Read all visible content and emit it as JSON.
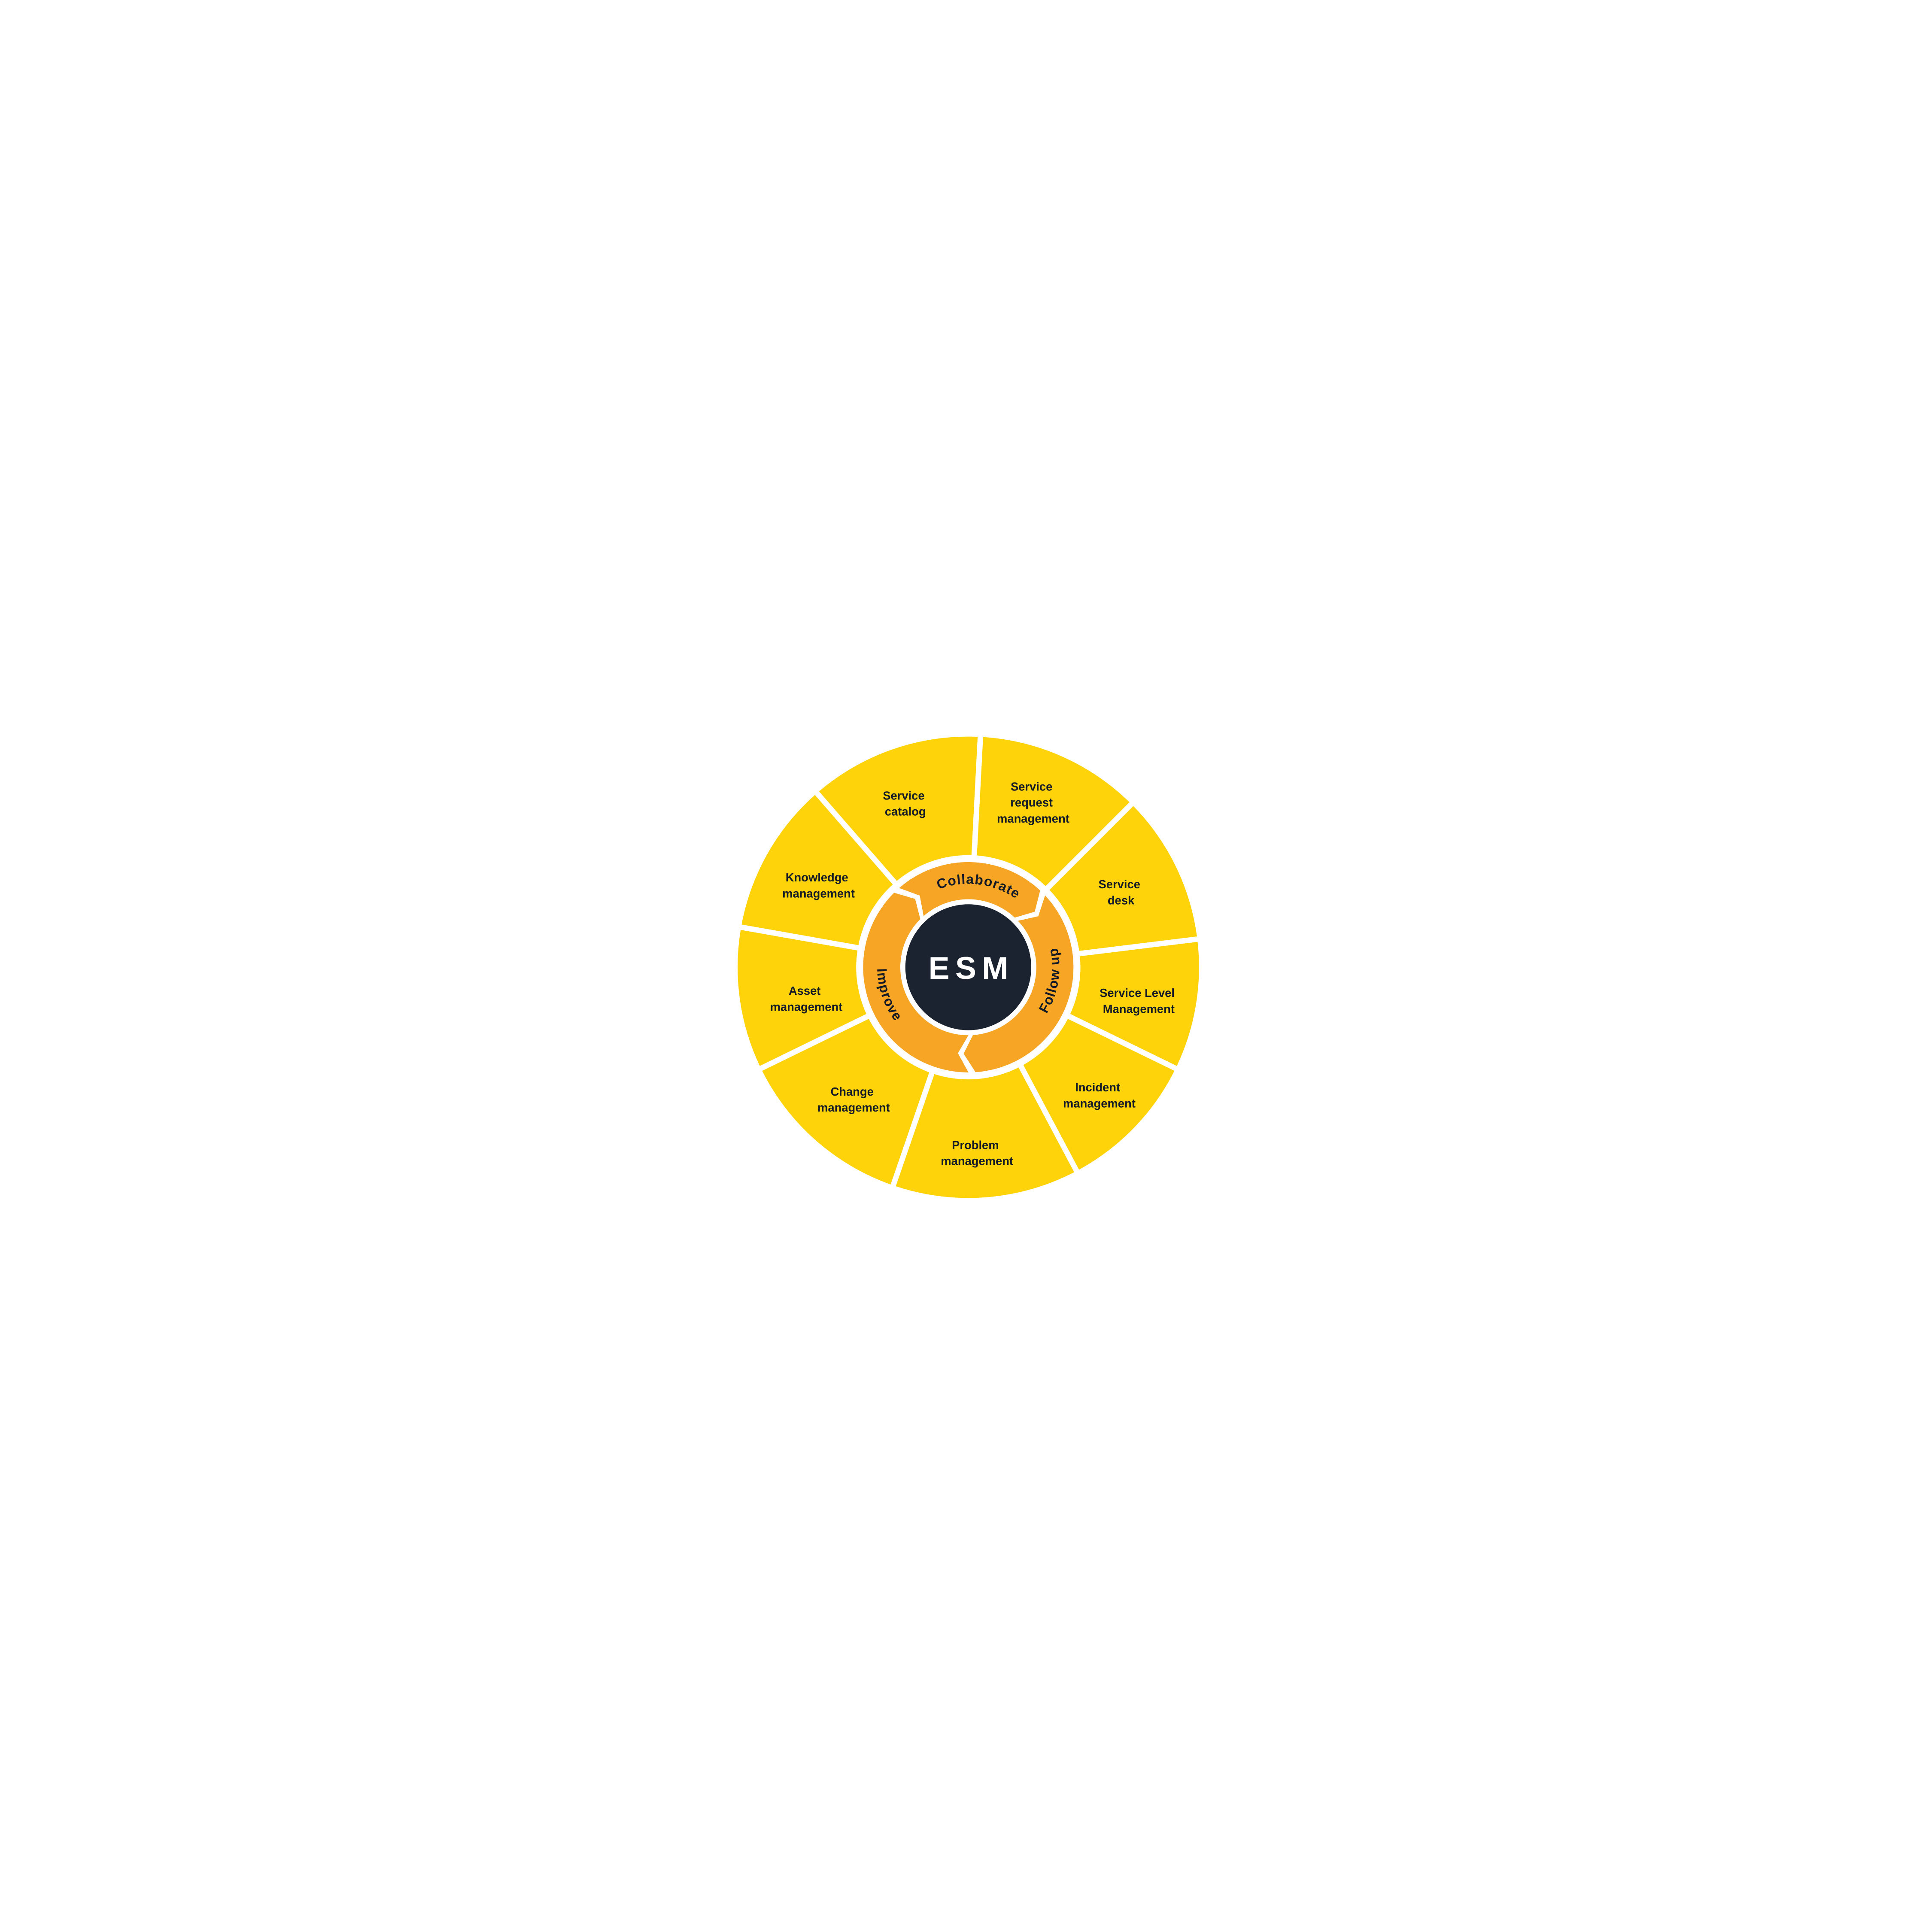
{
  "diagram_title": "ESM service management wheel",
  "center": {
    "label": "ESM"
  },
  "cycle": {
    "collaborate": "Collaborate",
    "follow_up": "Follow up",
    "improve": "Improve"
  },
  "segments": [
    {
      "id": "service-catalog",
      "label": "Service catalog",
      "lines": [
        "Service",
        "catalog"
      ]
    },
    {
      "id": "service-request-management",
      "label": "Service request management",
      "lines": [
        "Service",
        "request",
        "management"
      ]
    },
    {
      "id": "service-desk",
      "label": "Service desk",
      "lines": [
        "Service",
        "desk"
      ]
    },
    {
      "id": "service-level-management",
      "label": "Service Level Management",
      "lines": [
        "Service Level",
        "Management"
      ]
    },
    {
      "id": "incident-management",
      "label": "Incident management",
      "lines": [
        "Incident",
        "management"
      ]
    },
    {
      "id": "problem-management",
      "label": "Problem management",
      "lines": [
        "Problem",
        "management"
      ]
    },
    {
      "id": "change-management",
      "label": "Change management",
      "lines": [
        "Change",
        "management"
      ]
    },
    {
      "id": "asset-management",
      "label": "Asset management",
      "lines": [
        "Asset",
        "management"
      ]
    },
    {
      "id": "knowledge-management",
      "label": "Knowledge management",
      "lines": [
        "Knowledge",
        "management"
      ]
    }
  ],
  "colors": {
    "wedge": "#FFD30A",
    "ring": "#F6A524",
    "core": "#1B2330",
    "text": "#141B26",
    "center_text": "#FFFFFF",
    "background": "#FFFFFF"
  }
}
